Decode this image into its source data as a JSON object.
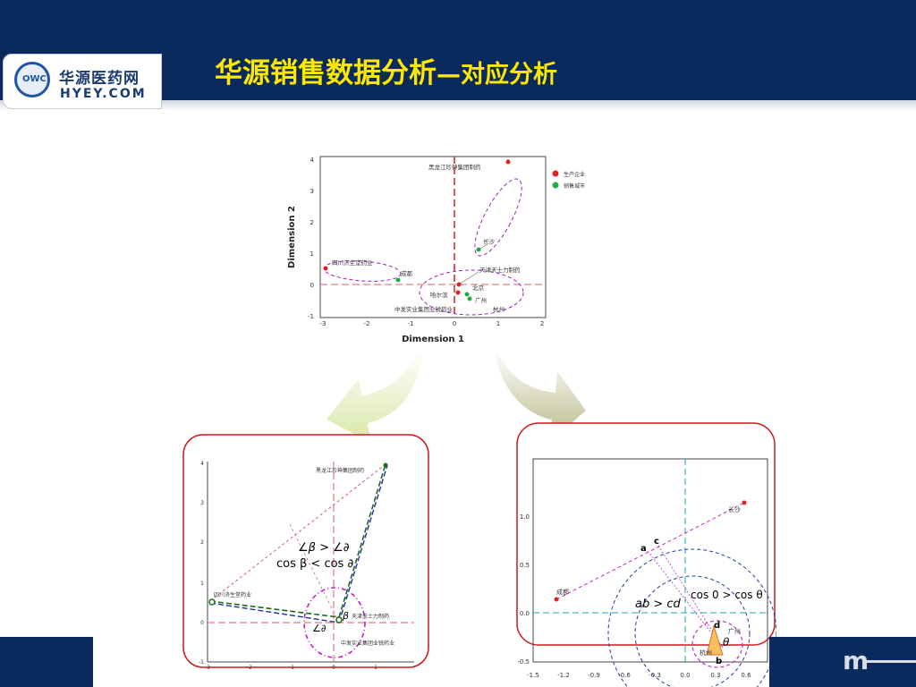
{
  "header": {
    "title_main": "华源销售数据分析",
    "title_sub": "—对应分析",
    "logo_mark": "OWC",
    "logo_cn": "华源医药网",
    "logo_en": "HYEY.COM"
  },
  "footer": {
    "text": "m"
  },
  "colors": {
    "header_bg": "#0a2a5e",
    "title": "#ffe800",
    "panel_border": "#d01818"
  },
  "top_chart": {
    "xlabel": "Dimension 1",
    "ylabel": "Dimension 2",
    "x_ticks": [
      "-3",
      "-2",
      "-1",
      "0",
      "1",
      "2"
    ],
    "y_ticks": [
      "4",
      "3",
      "2",
      "1",
      "0",
      "-1"
    ],
    "legend": [
      "生产企业",
      "销售城市"
    ],
    "labels": {
      "heilongjiang": "黑龙江珍神集团制药",
      "changsha": "长沙",
      "sichuan": "四川济生堂药业",
      "chengdu": "成都",
      "tianjin": "天津天士力制药",
      "beijing": "北京",
      "harbin": "哈尔滨",
      "guangzhou": "广州",
      "zhongan": "中发实业集团业锐药业",
      "hangzhou": "杭州"
    }
  },
  "left_panel": {
    "x_ticks": [
      "-3",
      "-2",
      "-1",
      "0",
      "1"
    ],
    "y_ticks": [
      "4",
      "3",
      "2",
      "1",
      "0",
      "-1"
    ],
    "label_heilongjiang": "黑龙江珍神集团制药",
    "label_sichuan": "四川济生堂药业",
    "label_tianjin": "天津天士力制药",
    "label_zhongan": "中发实业集团业锐药业",
    "formula1": "∠β > ∠∂",
    "formula2": "cos β < cos ∂",
    "beta": "β",
    "alpha": "∠∂"
  },
  "right_panel": {
    "x_ticks": [
      "-1.5",
      "-1.2",
      "-0.9",
      "-0.6",
      "-0.3",
      "0.0",
      "0.3",
      "0.6"
    ],
    "y_ticks": [
      "1.0",
      "0.5",
      "0.0",
      "-0.5"
    ],
    "label_a": "a",
    "label_b": "b",
    "label_c": "c",
    "label_d": "d",
    "label_changsha": "长沙",
    "label_chengdu": "成都",
    "label_guangzhou": "广州",
    "label_hangzhou": "杭州",
    "formula1": "cos 0 > cos θ",
    "formula2": "ab > cd",
    "theta": "θ"
  }
}
